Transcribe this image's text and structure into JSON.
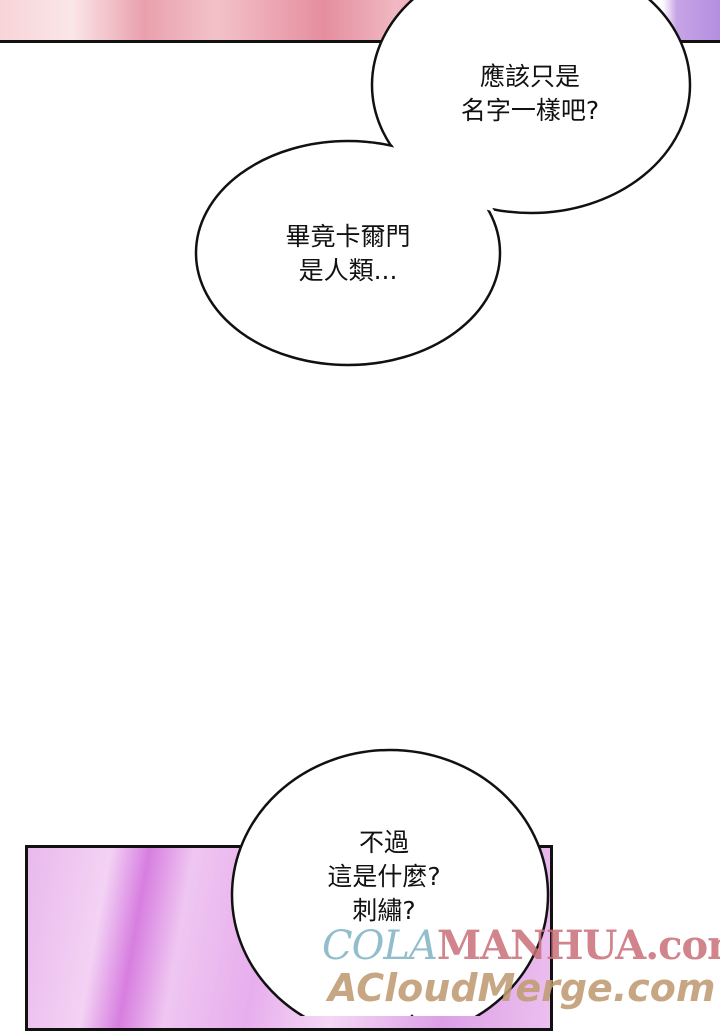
{
  "bubbles": [
    {
      "lines": [
        "應該只是",
        "名字一樣吧?"
      ]
    },
    {
      "lines": [
        "畢竟卡爾門",
        "是人類..."
      ]
    },
    {
      "lines": [
        "不過",
        "這是什麼?",
        "刺繡?"
      ]
    }
  ],
  "watermark": {
    "line1a": "COLA",
    "line1b": "MANHUA.com",
    "line2": "ACloudMerge.com"
  }
}
